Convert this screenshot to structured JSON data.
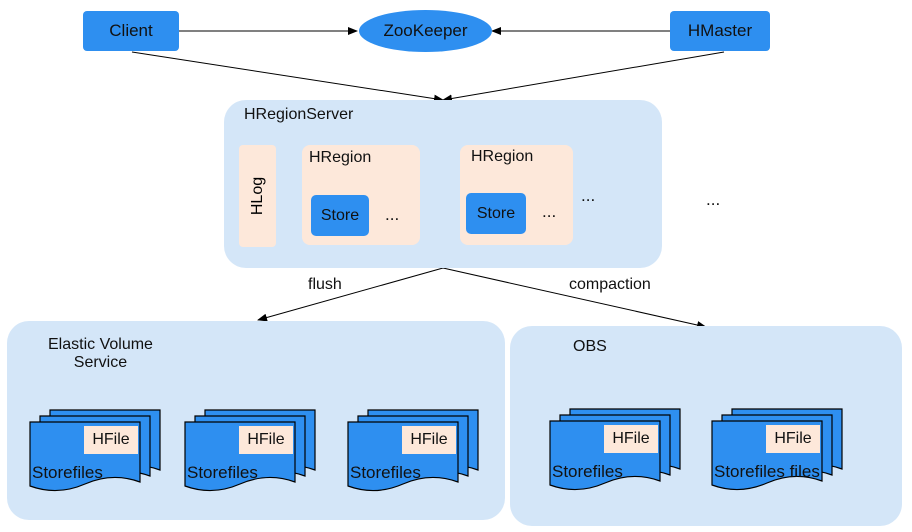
{
  "top": {
    "client": "Client",
    "zookeeper": "ZooKeeper",
    "hmaster": "HMaster"
  },
  "server": {
    "title": "HRegionServer",
    "hlog": "HLog",
    "regions": [
      {
        "label": "HRegion",
        "store": "Store",
        "more": "..."
      },
      {
        "label": "HRegion",
        "store": "Store",
        "more": "..."
      }
    ],
    "more_regions": "...",
    "more_servers": "..."
  },
  "edges": {
    "flush": "flush",
    "compaction": "compaction"
  },
  "evs": {
    "title_line1": "Elastic Volume",
    "title_line2": "Service",
    "stacks": [
      {
        "hfile": "HFile",
        "label": "Storefiles"
      },
      {
        "hfile": "HFile",
        "label": "Storefiles"
      },
      {
        "hfile": "HFile",
        "label": "Storefiles"
      }
    ]
  },
  "obs": {
    "title": "OBS",
    "stacks": [
      {
        "hfile": "HFile",
        "label": "Storefiles"
      },
      {
        "hfile": "HFile",
        "label": "Storefiles files"
      }
    ]
  },
  "colors": {
    "blue": "#2e8ff0",
    "panel": "#d4e6f8",
    "peach": "#fde8da"
  }
}
